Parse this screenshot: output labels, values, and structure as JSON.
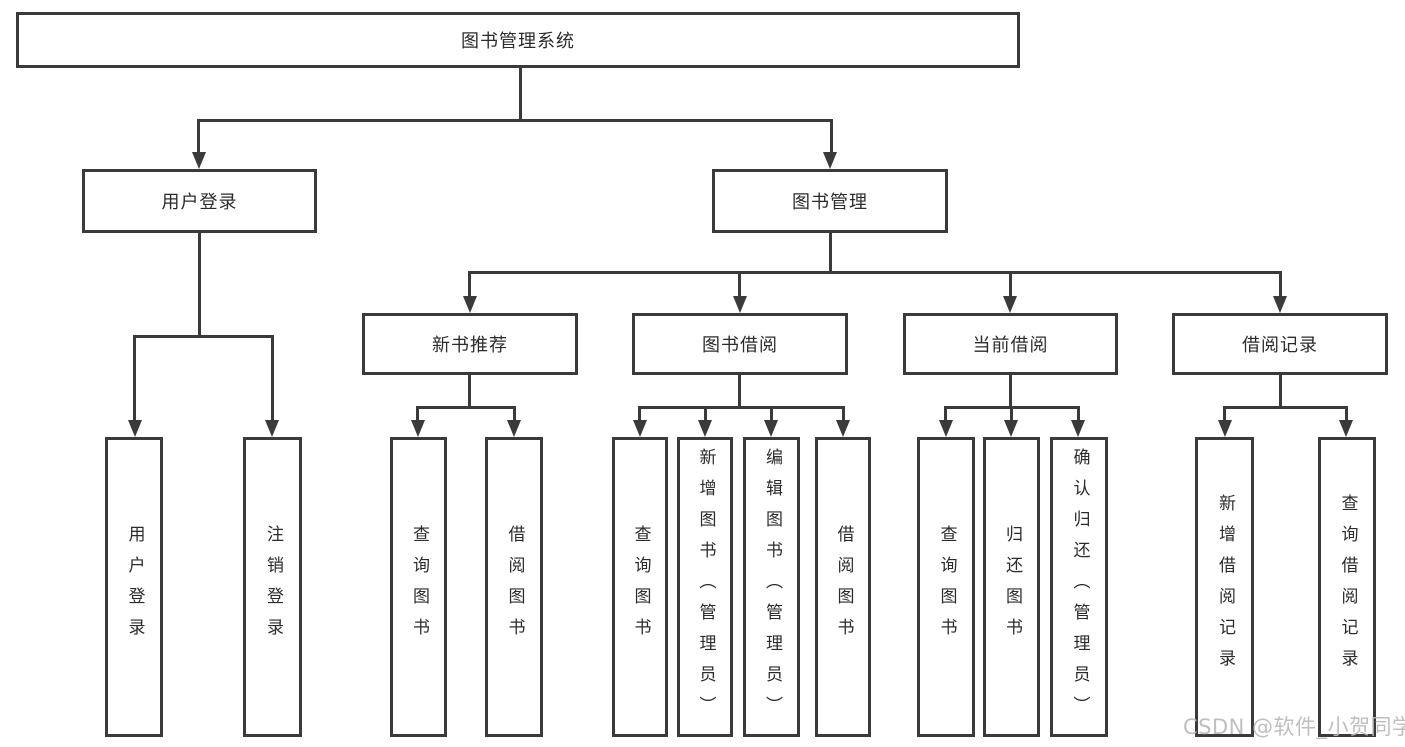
{
  "diagram": {
    "title": "图书管理系统",
    "type": "hierarchy-tree",
    "colors": {
      "line": "#3a3a3a",
      "border": "#3a3a3a",
      "text": "#2b2b2b",
      "background": "#ffffff",
      "watermark": "#b9b9b9"
    }
  },
  "nodes": {
    "root": {
      "label": "图书管理系统"
    },
    "user_login": {
      "label": "用户登录"
    },
    "book_mgmt": {
      "label": "图书管理"
    },
    "new_books": {
      "label": "新书推荐"
    },
    "book_borrow": {
      "label": "图书借阅"
    },
    "current_borrow": {
      "label": "当前借阅"
    },
    "borrow_records": {
      "label": "借阅记录"
    },
    "leaf_user_login": {
      "label": "用户登录"
    },
    "leaf_logout": {
      "label": "注销登录"
    },
    "leaf_nb_query": {
      "label": "查询图书"
    },
    "leaf_nb_borrow": {
      "label": "借阅图书"
    },
    "leaf_bw_query": {
      "label": "查询图书"
    },
    "leaf_bw_add": {
      "label": "新增图书（管理员）"
    },
    "leaf_bw_edit": {
      "label": "编辑图书（管理员）"
    },
    "leaf_bw_borrow": {
      "label": "借阅图书"
    },
    "leaf_cur_query": {
      "label": "查询图书"
    },
    "leaf_cur_return": {
      "label": "归还图书"
    },
    "leaf_cur_confirm": {
      "label": "确认归还（管理员）"
    },
    "leaf_rec_add": {
      "label": "新增借阅记录"
    },
    "leaf_rec_query": {
      "label": "查询借阅记录"
    }
  },
  "watermark": {
    "text": "CSDN @软件_小贺同学"
  }
}
